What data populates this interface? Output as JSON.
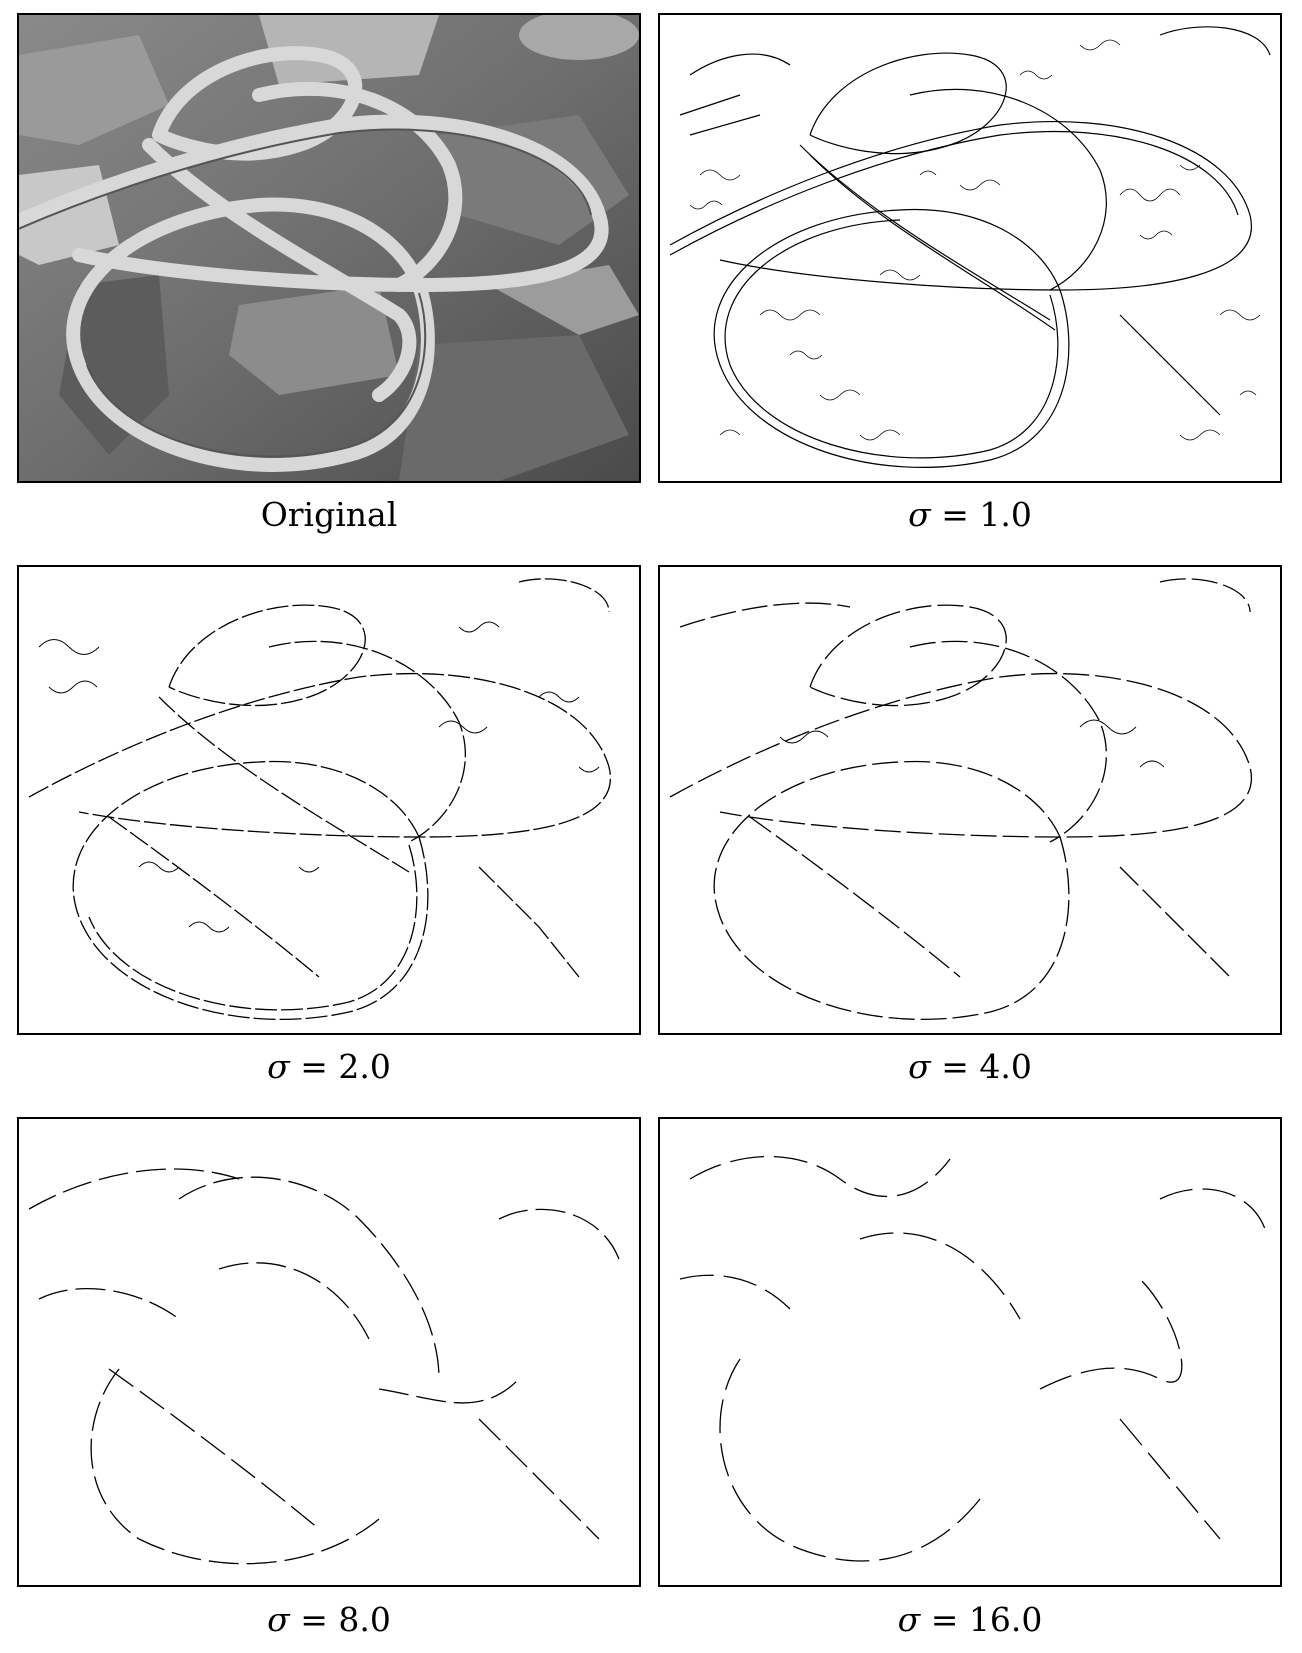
{
  "figure": {
    "panels": [
      {
        "caption_symbol": "",
        "caption_text": "Original",
        "kind": "photo"
      },
      {
        "caption_symbol": "σ",
        "caption_text": " = 1.0",
        "sigma": 1.0,
        "kind": "edges"
      },
      {
        "caption_symbol": "σ",
        "caption_text": " = 2.0",
        "sigma": 2.0,
        "kind": "edges"
      },
      {
        "caption_symbol": "σ",
        "caption_text": " = 4.0",
        "sigma": 4.0,
        "kind": "edges"
      },
      {
        "caption_symbol": "σ",
        "caption_text": " = 8.0",
        "sigma": 8.0,
        "kind": "edges"
      },
      {
        "caption_symbol": "σ",
        "caption_text": " = 16.0",
        "sigma": 16.0,
        "kind": "edges"
      }
    ]
  }
}
